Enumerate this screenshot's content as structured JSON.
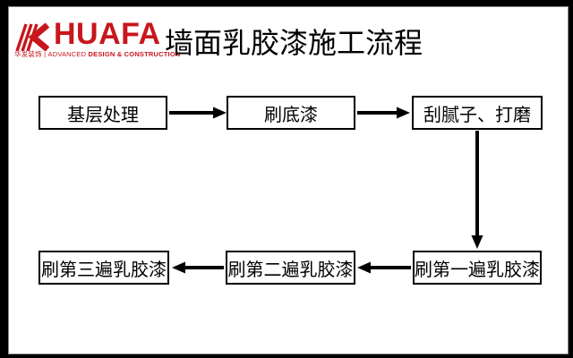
{
  "logo": {
    "brand": "HUAFA",
    "tagline_light": "华发装饰 | ADVANCED ",
    "tagline_bold": "DESIGN & CONSTRUCTION",
    "brand_color": "#c8161d"
  },
  "header": {
    "title": "墙面乳胶漆施工流程"
  },
  "flow": {
    "nodes": [
      {
        "id": "step-1",
        "label": "基层处理"
      },
      {
        "id": "step-2",
        "label": "刷底漆"
      },
      {
        "id": "step-3",
        "label": "刮腻子、打磨"
      },
      {
        "id": "step-4",
        "label": "刷第一遍乳胶漆"
      },
      {
        "id": "step-5",
        "label": "刷第二遍乳胶漆"
      },
      {
        "id": "step-6",
        "label": "刷第三遍乳胶漆"
      }
    ],
    "edges": [
      {
        "from": "基层处理",
        "to": "刷底漆"
      },
      {
        "from": "刷底漆",
        "to": "刮腻子、打磨"
      },
      {
        "from": "刮腻子、打磨",
        "to": "刷第一遍乳胶漆"
      },
      {
        "from": "刷第一遍乳胶漆",
        "to": "刷第二遍乳胶漆"
      },
      {
        "from": "刷第二遍乳胶漆",
        "to": "刷第三遍乳胶漆"
      }
    ],
    "colors": {
      "node_fill": "#ffffff",
      "node_border": "#000000",
      "arrow": "#000000"
    }
  }
}
